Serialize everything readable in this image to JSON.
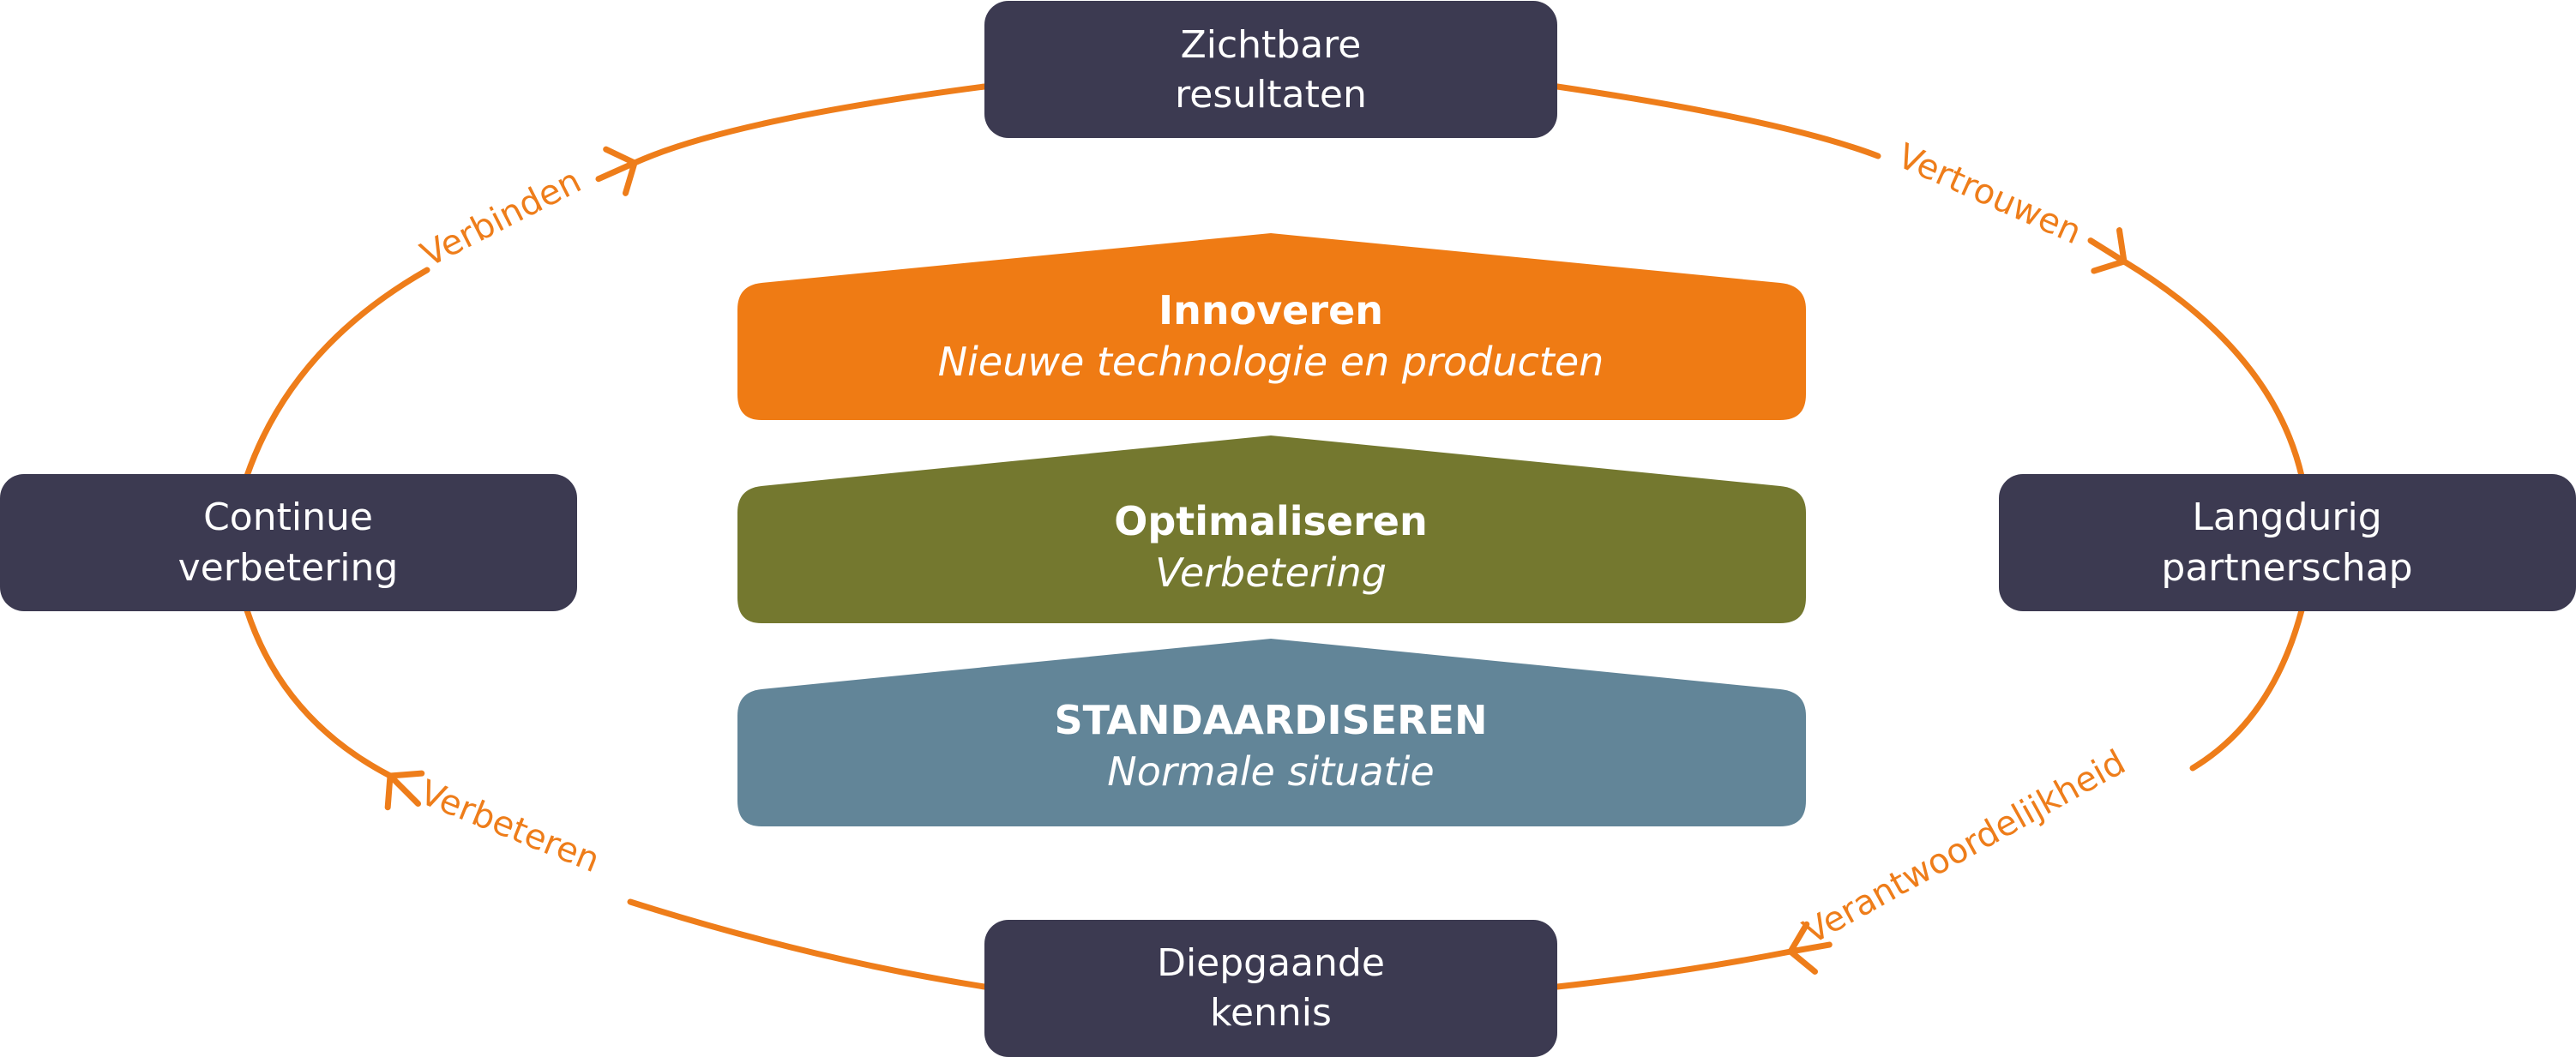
{
  "colors": {
    "node": "#3c3a51",
    "cycle": "#ee7d1a",
    "innoveren": "#ef7b14",
    "optimaliseren": "#74782f",
    "standaardiseren": "#628598"
  },
  "nodes": {
    "top": [
      "Zichtbare",
      "resultaten"
    ],
    "left": [
      "Continue",
      "verbetering"
    ],
    "right": [
      "Langdurig",
      "partnerschap"
    ],
    "bottom": [
      "Diepgaande",
      "kennis"
    ]
  },
  "edges": {
    "verbinden": "Verbinden",
    "vertrouwen": "Vertrouwen",
    "verantwoordelijkheid": "Verantwoordelijkheid",
    "verbeteren": "Verbeteren"
  },
  "layers": {
    "innoveren": {
      "title": "Innoveren",
      "subtitle": "Nieuwe technologie en producten"
    },
    "optimaliseren": {
      "title": "Optimaliseren",
      "subtitle": "Verbetering"
    },
    "standaardiseren": {
      "title": "STANDAARDISEREN",
      "subtitle": "Normale situatie"
    }
  }
}
